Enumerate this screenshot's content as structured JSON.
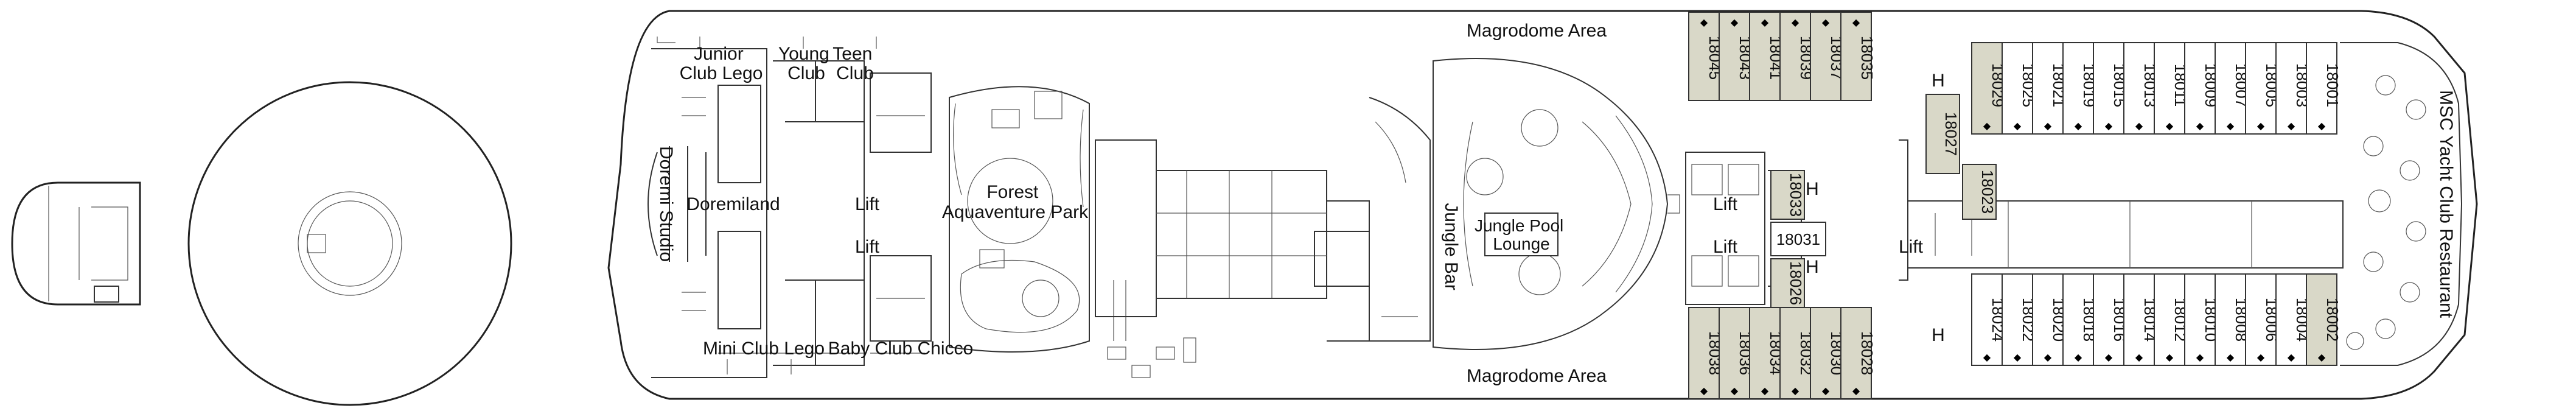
{
  "areas": {
    "junior_club_lego": [
      "Junior",
      "Club Lego"
    ],
    "young_club": [
      "Young",
      "Club"
    ],
    "teen_club": [
      "Teen",
      "Club"
    ],
    "doremi_studio": "Doremi Studio",
    "doremiland": "Doremiland",
    "lift": "Lift",
    "forest_park": [
      "Forest",
      "Aquaventure Park"
    ],
    "mini_club_lego": "Mini Club Lego",
    "baby_club_chicco": "Baby Club Chicco",
    "magrodome_area": "Magrodome Area",
    "jungle_bar": "Jungle Bar",
    "jungle_pool_lounge": [
      "Jungle Pool",
      "Lounge"
    ],
    "yacht_club_restaurant": "MSC Yacht Club Restaurant",
    "h_marker": "H"
  },
  "cabins": {
    "top_outer": [
      "18045",
      "18043",
      "18041",
      "18039",
      "18037",
      "18035"
    ],
    "bottom_outer": [
      "18038",
      "18036",
      "18034",
      "18032",
      "18030",
      "18028"
    ],
    "top_grey": [
      "18029",
      "18025",
      "18021",
      "18019",
      "18015",
      "18013",
      "18011",
      "18009",
      "18007",
      "18005",
      "18003",
      "18001"
    ],
    "bottom_grey": [
      "18024",
      "18022",
      "18020",
      "18018",
      "18016",
      "18014",
      "18012",
      "18010",
      "18008",
      "18006",
      "18004",
      "18002"
    ],
    "inner_upper": "18033",
    "inner_lower": "18026",
    "inner_mid": "18031",
    "inner_top": "18027",
    "inner_bottom": "18023"
  },
  "colors": {
    "yacht_club": "#d9d8c8",
    "lines": "#333333"
  }
}
